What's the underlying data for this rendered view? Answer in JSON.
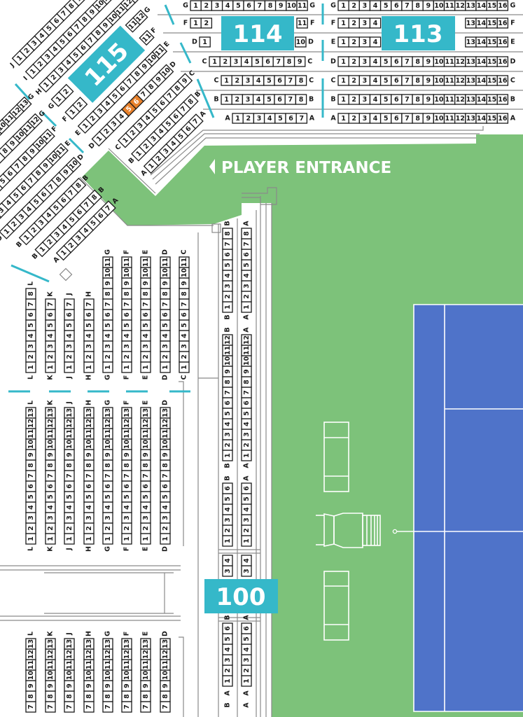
{
  "colors": {
    "accent": "#35b8c9",
    "selected": "#e8812b",
    "grass": "#7dc27a",
    "court": "#4f73c9"
  },
  "entrance": {
    "label": "PLAYER ENTRANCE",
    "icon": "triangle-left-icon"
  },
  "sections": {
    "s113": {
      "label": "113",
      "rows": [
        {
          "row": "G",
          "seats": 16
        },
        {
          "row": "F",
          "seats": 16
        },
        {
          "row": "E",
          "seats": 16
        },
        {
          "row": "D",
          "seats": 16
        },
        {
          "row": "C",
          "seats": 16
        },
        {
          "row": "B",
          "seats": 16
        },
        {
          "row": "A",
          "seats": 16
        }
      ]
    },
    "s114": {
      "label": "114",
      "rows": [
        {
          "row": "G",
          "seats": 11
        },
        {
          "row": "F",
          "seats": 11
        },
        {
          "row": "D",
          "seats": 10
        },
        {
          "row": "C",
          "seats": 9
        },
        {
          "row": "C",
          "seats": 8
        },
        {
          "row": "B",
          "seats": 8
        },
        {
          "row": "A",
          "seats": 7
        }
      ]
    },
    "s115": {
      "label": "115",
      "selected": {
        "row": "D",
        "seats": [
          5,
          6
        ]
      },
      "rows_right": [
        {
          "row": "A",
          "seats": 7
        },
        {
          "row": "B",
          "seats": 8
        },
        {
          "row": "C",
          "seats": 9
        },
        {
          "row": "D",
          "seats": 10
        },
        {
          "row": "E",
          "seats": 11
        },
        {
          "row": "F",
          "seats": 11
        },
        {
          "row": "G",
          "seats": 12
        },
        {
          "row": "H",
          "seats": 13
        },
        {
          "row": "I",
          "seats": 13
        },
        {
          "row": "J",
          "seats": 13
        }
      ],
      "rows_left": [
        {
          "row": "A",
          "seats": 7
        },
        {
          "row": "B",
          "seats": 8
        },
        {
          "row": "B",
          "seats": 8
        },
        {
          "row": "D",
          "seats": 10
        },
        {
          "row": "E",
          "seats": 11
        },
        {
          "row": "F",
          "seats": 11
        },
        {
          "row": "G",
          "seats": 12
        },
        {
          "row": "G",
          "seats": 13
        }
      ]
    },
    "side": {
      "upper": [
        {
          "row": "L",
          "seats": 8
        },
        {
          "row": "K",
          "seats": 7
        },
        {
          "row": "J",
          "seats": 7
        },
        {
          "row": "H",
          "seats": 7
        },
        {
          "row": "G",
          "seats": 11
        },
        {
          "row": "F",
          "seats": 11
        },
        {
          "row": "E",
          "seats": 11
        },
        {
          "row": "D",
          "seats": 11
        },
        {
          "row": "C",
          "seats": 11
        }
      ],
      "middle": [
        {
          "row": "L",
          "seats": 13
        },
        {
          "row": "K",
          "seats": 13
        },
        {
          "row": "J",
          "seats": 13
        },
        {
          "row": "H",
          "seats": 13
        },
        {
          "row": "G",
          "seats": 13
        },
        {
          "row": "F",
          "seats": 13
        },
        {
          "row": "E",
          "seats": 13
        },
        {
          "row": "D",
          "seats": 13
        }
      ],
      "lower": [
        {
          "row": "L",
          "seats": 13
        },
        {
          "row": "K",
          "seats": 13
        },
        {
          "row": "J",
          "seats": 13
        },
        {
          "row": "H",
          "seats": 13
        },
        {
          "row": "G",
          "seats": 13
        },
        {
          "row": "F",
          "seats": 13
        },
        {
          "row": "E",
          "seats": 13
        },
        {
          "row": "D",
          "seats": 13
        }
      ]
    },
    "s100": {
      "label": "100",
      "columns": [
        {
          "row": "B",
          "segments": [
            {
              "seats": 8,
              "label_bottom": "B",
              "label_top": "B"
            },
            {
              "seats": 12,
              "label_bottom": "B",
              "label_top": "B"
            },
            {
              "seats": 6,
              "label_top": "B"
            },
            {
              "seats": 4,
              "label_bottom": "B"
            },
            {
              "seats": 6,
              "label_bottom": "A"
            },
            {
              "seats": 6,
              "label_top": "B"
            }
          ]
        },
        {
          "row": "A",
          "segments": [
            {
              "seats": 8,
              "label_bottom": "A",
              "label_top": "A"
            },
            {
              "seats": 12,
              "label_bottom": "A",
              "label_top": "A"
            },
            {
              "seats": 6,
              "label_top": "A"
            },
            {
              "seats": 4,
              "label_bottom": "A"
            },
            {
              "seats": 6,
              "label_bottom": "A"
            },
            {
              "seats": 6,
              "label_top": "A"
            }
          ]
        }
      ]
    }
  }
}
